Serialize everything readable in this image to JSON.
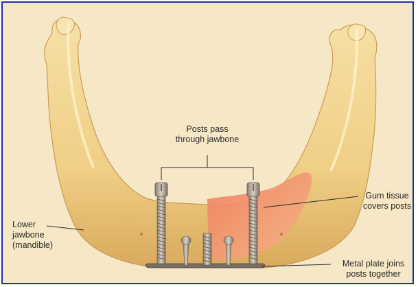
{
  "labels": {
    "posts_line1": "Posts pass",
    "posts_line2": "through jawbone",
    "lower_line1": "Lower",
    "lower_line2": "jawbone",
    "lower_line3": "(mandible)",
    "gum_line1": "Gum tissue",
    "gum_line2": "covers posts",
    "plate_line1": "Metal plate joins",
    "plate_line2": "posts together"
  },
  "colors": {
    "frame_border": "#1d2fa8",
    "background": "#f6e8c6",
    "bone": "#f2d58e",
    "bone_shade": "#dcae5e",
    "gum": "#f08a6a",
    "metal": "#7a6e62"
  }
}
